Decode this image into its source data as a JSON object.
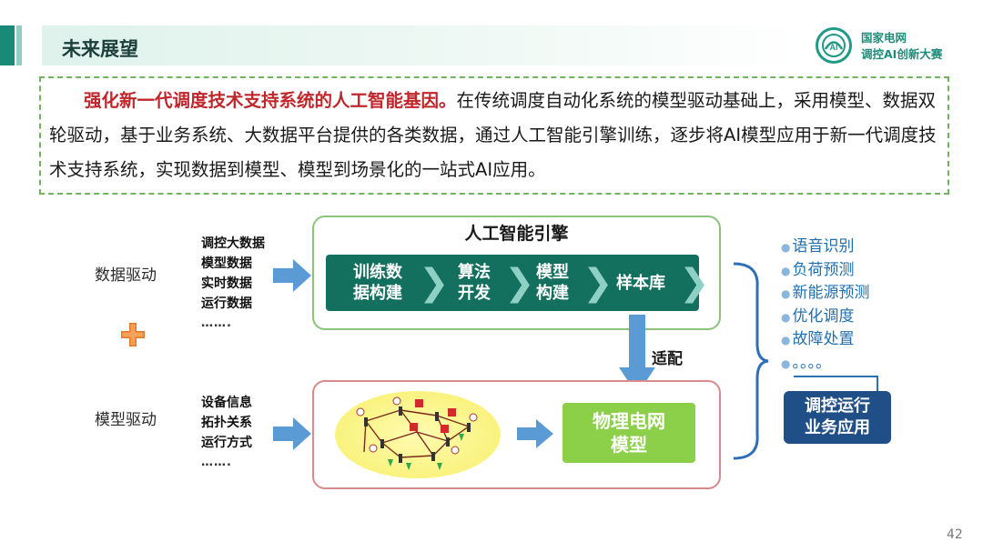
{
  "header": {
    "title": "未来展望",
    "logo_line1": "国家电网",
    "logo_line2": "调控AI创新大赛"
  },
  "intro": {
    "highlight": "强化新一代调度技术支持系统的人工智能基因。",
    "body": "在传统调度自动化系统的模型驱动基础上，采用模型、数据双轮驱动，基于业务系统、大数据平台提供的各类数据，通过人工智能引擎训练，逐步将AI模型应用于新一代调度技术支持系统，实现数据到模型、模型到场景化的一站式AI应用。"
  },
  "data_drive": {
    "label": "数据驱动",
    "items": [
      "调控大数据",
      "模型数据",
      "实时数据",
      "运行数据"
    ],
    "more": "……."
  },
  "plus": "+",
  "model_drive": {
    "label": "模型驱动",
    "items": [
      "设备信息",
      "拓扑关系",
      "运行方式"
    ],
    "more": "……."
  },
  "engine": {
    "title": "人工智能引擎",
    "stages": [
      {
        "line1": "训练数",
        "line2": "据构建"
      },
      {
        "line1": "算法",
        "line2": "开发"
      },
      {
        "line1": "模型",
        "line2": "构建"
      },
      {
        "line1": "样本库",
        "line2": ""
      }
    ]
  },
  "adapt_label": "适配",
  "grid_model": {
    "line1": "物理电网",
    "line2": "模型"
  },
  "applications": [
    "语音识别",
    "负荷预测",
    "新能源预测",
    "优化调度",
    "故障处置",
    "。。。。"
  ],
  "biz_app": {
    "line1": "调控运行",
    "line2": "业务应用"
  },
  "page_number": "42",
  "colors": {
    "teal": "#13705f",
    "red_highlight": "#c0272d",
    "green_box": "#8ccf48",
    "navy_box": "#1f4f86",
    "app_blue": "#1f6fb0"
  }
}
